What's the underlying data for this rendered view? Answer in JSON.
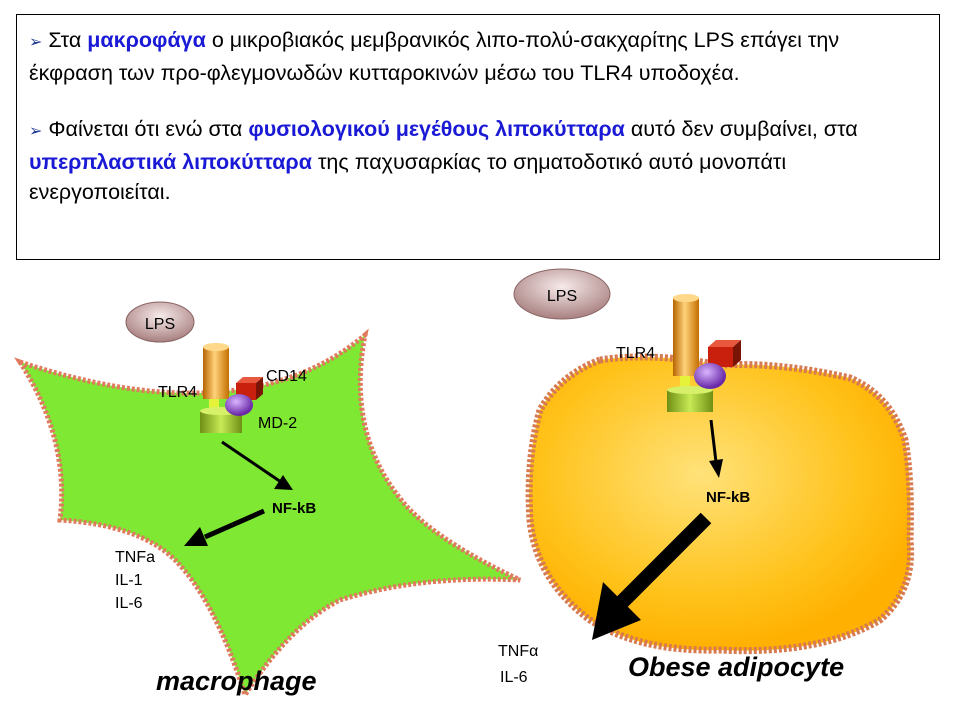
{
  "text_box": {
    "para1": {
      "bullet": "➢",
      "t1": "Στα ",
      "h1": "μακροφάγα",
      "t2": " ο μικροβιακός μεμβρανικός λιπο-πολύ-σακχαρίτης LPS επάγει την έκφραση των προ-φλεγμονωδών κυτταροκινών μέσω του TLR4 υποδοχέα."
    },
    "para2": {
      "bullet": "➢",
      "t1": "Φαίνεται ότι ενώ στα ",
      "h1": "φυσιολογικού μεγέθους λιποκύτταρα",
      "t2": " αυτό δεν συμβαίνει, στα ",
      "h2": "υπερπλαστικά λιποκύτταρα",
      "t3": " της παχυσαρκίας το σηματοδοτικό αυτό μονοπάτι ενεργοποιείται."
    }
  },
  "macrophage": {
    "title": "macrophage",
    "lps": "LPS",
    "tlr4": "TLR4",
    "cd14": "CD14",
    "md2": "MD-2",
    "nfkb": "NF-kB",
    "cytokines": [
      "TNFa",
      "IL-1",
      "IL-6"
    ]
  },
  "adipocyte": {
    "title": "Obese adipocyte",
    "lps": "LPS",
    "tlr4": "TLR4",
    "nfkb": "NF-kB",
    "cytokines": [
      "TNFα",
      "IL-6"
    ]
  },
  "colors": {
    "macrophage_fill": "#7fe833",
    "membrane": "#e07a5f",
    "adipocyte_fill": "#ffb000",
    "lps_fill": "#c9a5a5",
    "highlight_text": "#1a1ad6",
    "cd14_red": "#c8200c",
    "md2_purple": "#8a3fc9",
    "tlr4_orange": "#e89a1c"
  }
}
